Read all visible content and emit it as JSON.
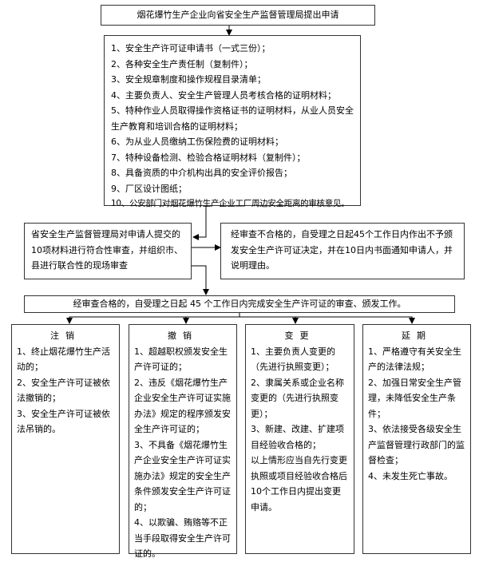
{
  "step1": "烟花爆竹生产企业向省安全生产监督管理局提出申请",
  "materials": [
    "1、安全生产许可证申请书（一式三份）；",
    "2、各种安全生产责任制（复制件）；",
    "3、安全规章制度和操作规程目录清单；",
    "4、主要负责人、安全生产管理人员考核合格的证明材料；",
    "5、特种作业人员取得操作资格证书的证明材料，从业人员安全生产教育和培训合格的证明材料；",
    "6、为从业人员缴纳工伤保险费的证明材料；",
    "7、特种设备检测、检验合格证明材料（复制件）；",
    "8、具备资质的中介机构出具的安全评价报告；",
    "9、厂区设计图纸；",
    "10、公安部门对烟花爆竹生产企业工厂周边安全距离的审核意见。"
  ],
  "review": "省安全生产监督管理局对申请人提交的10项材料进行符合性审查，并组织市、县进行联合性的现场审查",
  "rejected": "经审查不合格的，自受理之日起45个工作日内作出不予颁发安全生产许可证决定，并在10日内书面通知申请人，并说明理由。",
  "approved": "经审查合格的，自受理之日起 45 个工作日内完成安全生产许可证的审查、颁发工作。",
  "columns": [
    {
      "title": "注销",
      "items": [
        "1、终止烟花爆竹生产活动的；",
        "2、安全生产许可证被依法撤销的；",
        "3、安全生产许可证被依法吊销的。"
      ]
    },
    {
      "title": "撤销",
      "items": [
        "1、超越职权颁发安全生产许可证的；",
        "2、违反《烟花爆竹生产企业安全生产许可证实施办法》规定的程序颁发安全生产许可证的；",
        "3、不具备《烟花爆竹生产企业安全生产许可证实施办法》规定的安全生产条件颁发安全生产许可证的；",
        "4、以欺骗、贿赂等不正当手段取得安全生产许可证的。"
      ]
    },
    {
      "title": "变更",
      "items": [
        "1、主要负责人变更的（先进行执照变更）；",
        "2、隶属关系或企业名称变更的（先进行执照变更）；",
        "3、新建、改建、扩建项目经验收合格的；",
        "以上情形应当自先行变更执照或项目经验收合格后10个工作日内提出变更申请。"
      ]
    },
    {
      "title": "延期",
      "items": [
        "1、严格遵守有关安全生产的法律法规；",
        "2、加强日常安全生产管理，未降低安全生产条件；",
        "3、依法接受各级安全生产监督管理行政部门的监督检查；",
        "4、未发生死亡事故。"
      ]
    }
  ]
}
